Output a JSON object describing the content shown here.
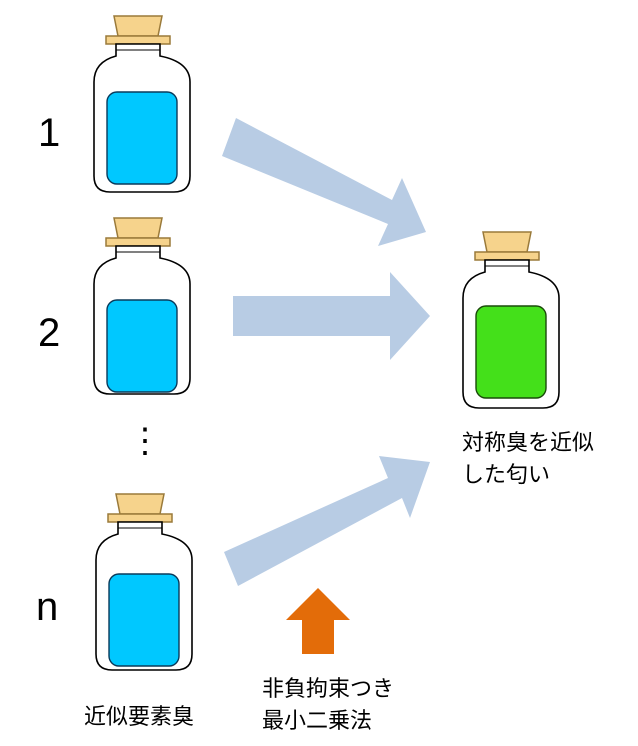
{
  "diagram": {
    "bottle_labels": [
      "1",
      "2",
      "⋮",
      "n"
    ],
    "element_odor_label": "近似要素臭",
    "target_label_line1": "対称臭を近似",
    "target_label_line2": "した匂い",
    "method_label_line1": "非負拘束つき",
    "method_label_line2": "最小二乗法",
    "colors": {
      "element_liquid": "#00c8ff",
      "target_liquid": "#44e01a",
      "cork": "#f6d38c",
      "big_arrow": "#b8cce4",
      "method_arrow": "#e36c09"
    }
  }
}
